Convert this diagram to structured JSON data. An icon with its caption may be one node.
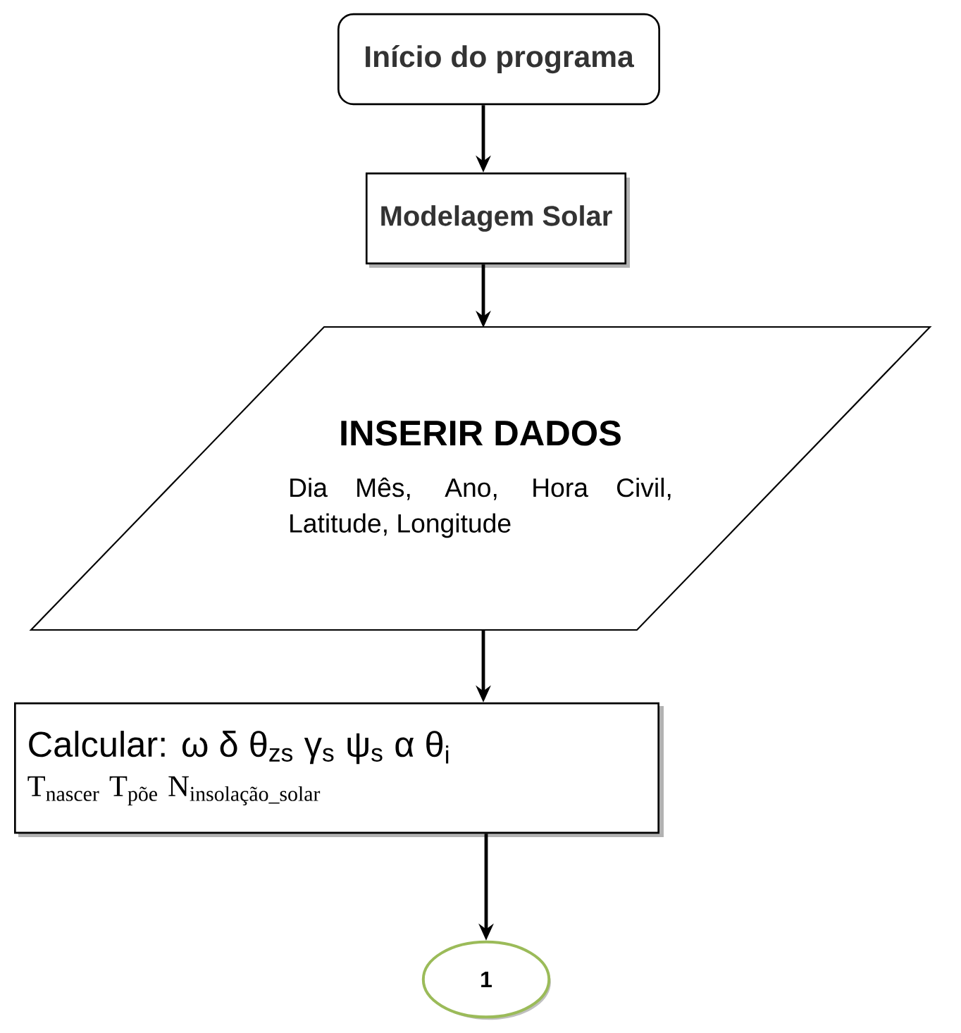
{
  "diagram": {
    "nodes": [
      {
        "text": [
          "Início do programa"
        ]
      },
      {
        "text": [
          "Modelagem Solar"
        ]
      },
      {
        "text": [
          "INSERIR DADOS",
          "Dia Mês, Ano, Hora Civil, Latitude, Longitude"
        ]
      },
      {
        "text": [
          "Calcular: ω δ θ$_{zs}$ γ$_{s}$ ψ$_{s}$ α θ$_{i}$",
          "\\text{T}_{\\text{nascer}}\\;\\text{T}_{\\text{põe}}\\;\\text{N}_{\\text{insolação\\_solar}}"
        ]
      },
      {
        "text": [
          "1"
        ]
      }
    ],
    "edges": [
      {
        "from": 0,
        "to": 1,
        "arrow": "to"
      },
      {
        "from": 1,
        "to": 2,
        "arrow": "to"
      },
      {
        "from": 2,
        "to": 3,
        "arrow": "to"
      },
      {
        "from": 3,
        "to": 4,
        "arrow": "to"
      }
    ]
  }
}
